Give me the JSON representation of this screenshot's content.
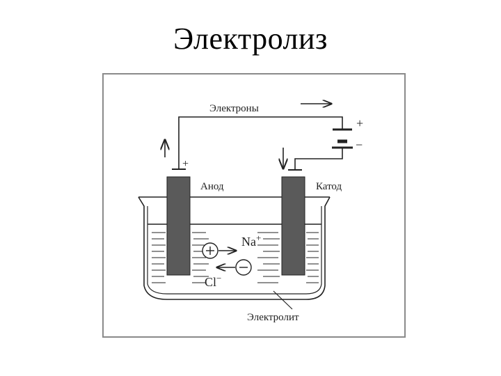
{
  "title": "Электролиз",
  "labels": {
    "electrons": "Электроны",
    "anode": "Анод",
    "cathode": "Катод",
    "electrolyte": "Электролит",
    "plus": "+",
    "minus": "−",
    "cation_base": "Na",
    "cation_charge": "+",
    "anion_base": "Cl",
    "anion_charge": "−"
  }
}
